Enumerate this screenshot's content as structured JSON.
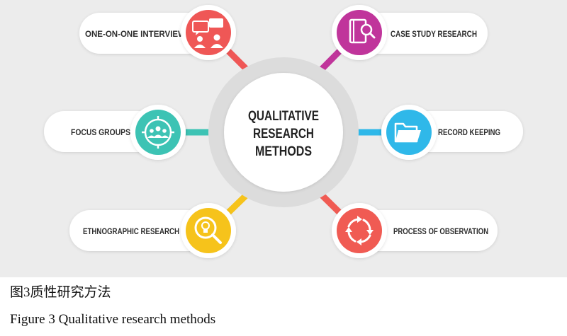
{
  "center": {
    "lines": [
      "QUALITATIVE",
      "RESEARCH",
      "METHODS"
    ]
  },
  "methods": [
    {
      "id": "interview",
      "label": "ONE-ON-ONE INTERVIEW",
      "color": "#ef5756",
      "icon": "interview-icon"
    },
    {
      "id": "case-study",
      "label": "CASE STUDY RESEARCH",
      "color": "#c0359b",
      "icon": "case-study-icon"
    },
    {
      "id": "focus-groups",
      "label": "FOCUS GROUPS",
      "color": "#3dc3b4",
      "icon": "focus-group-icon"
    },
    {
      "id": "record-keeping",
      "label": "RECORD KEEPING",
      "color": "#2fb8e9",
      "icon": "folder-icon"
    },
    {
      "id": "ethnographic",
      "label": "ETHNOGRAPHIC RESEARCH",
      "color": "#f6c31b",
      "icon": "lightbulb-magnifier-icon"
    },
    {
      "id": "observation",
      "label": "PROCESS OF OBSERVATION",
      "color": "#f05b53",
      "icon": "refresh-cycle-icon"
    }
  ],
  "captions": {
    "zh": "图3质性研究方法",
    "en": "Figure 3 Qualitative research methods"
  }
}
